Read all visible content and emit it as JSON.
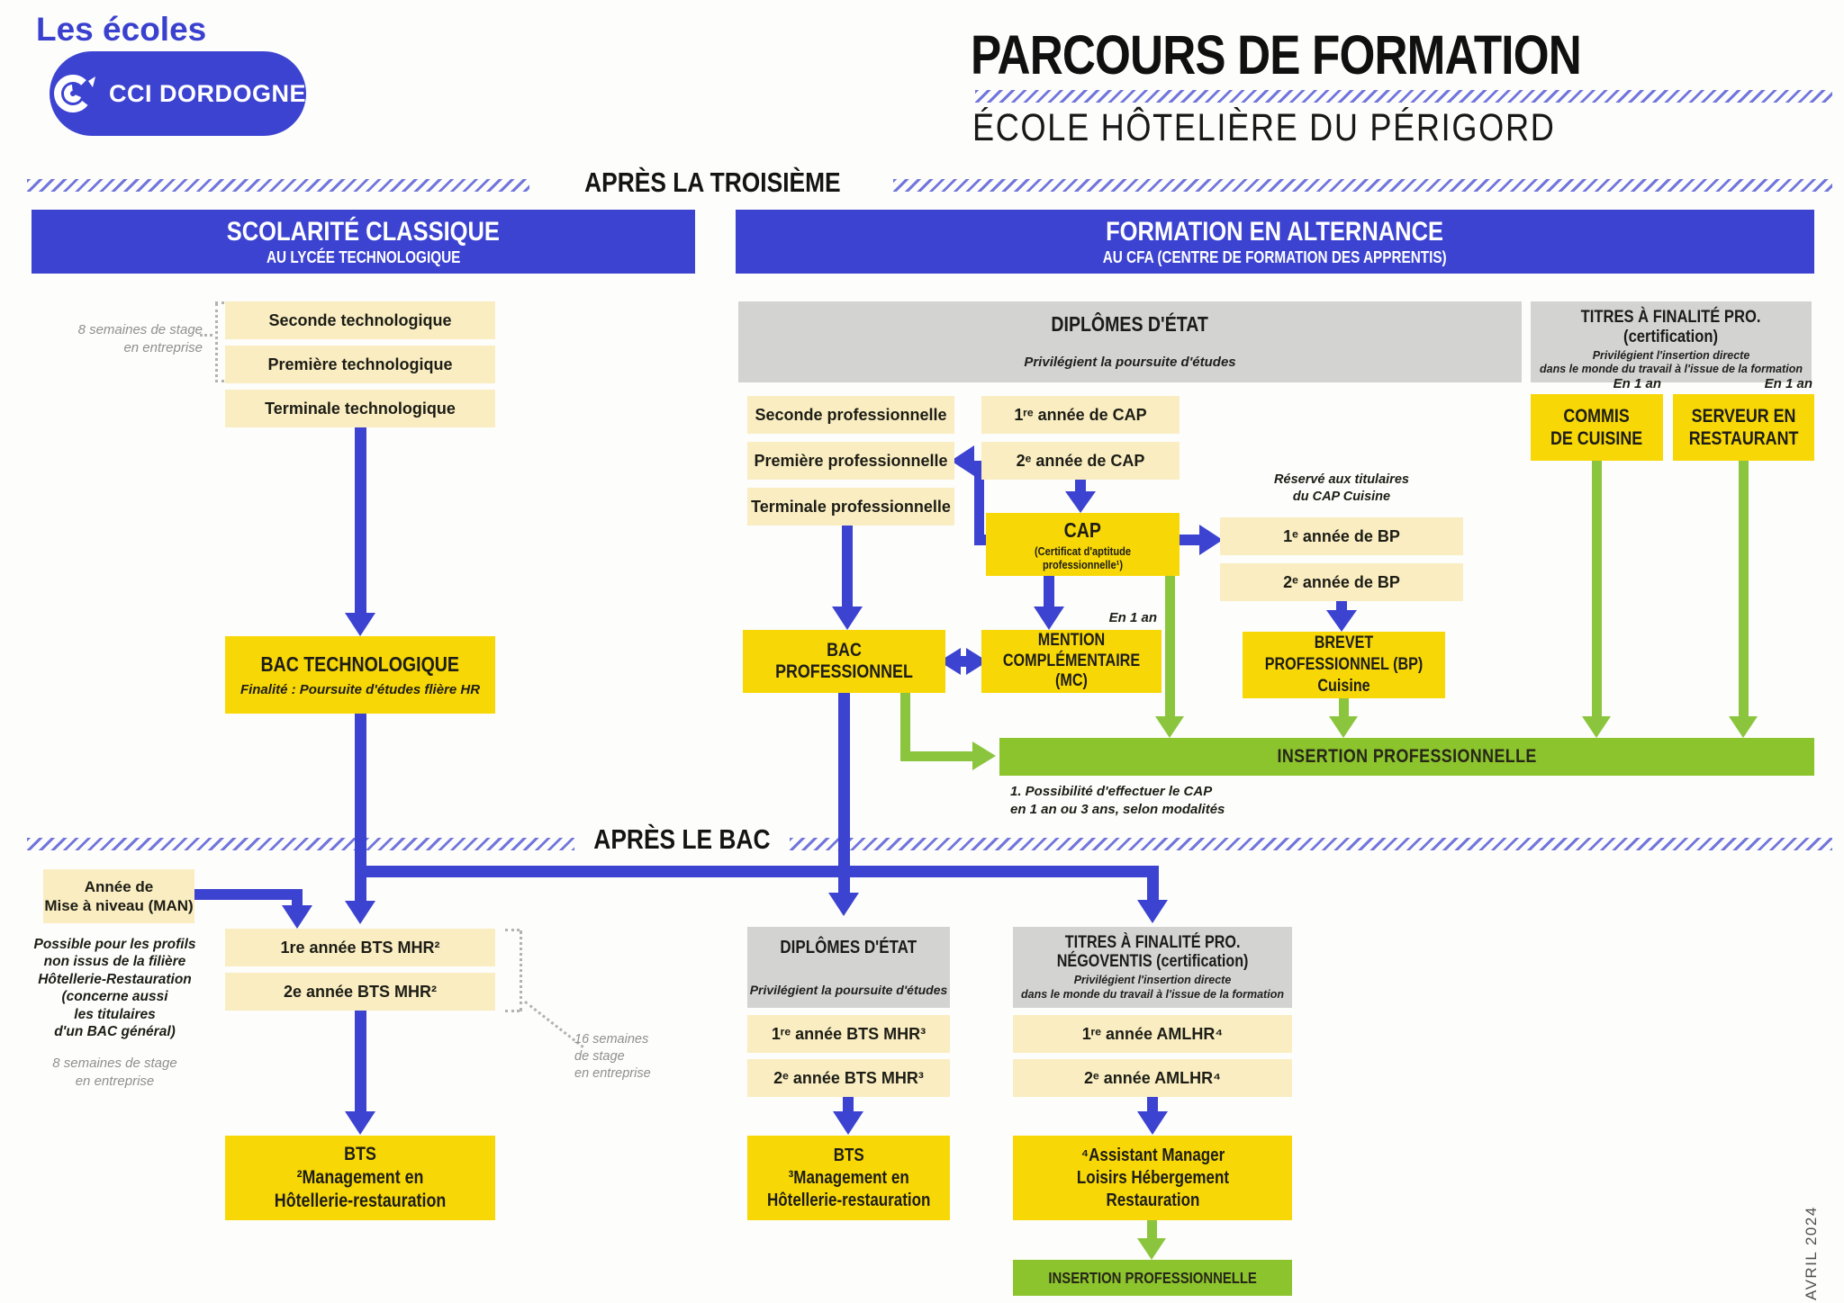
{
  "colors": {
    "blue": "#3c43d1",
    "pale_yellow": "#f9edc1",
    "yellow": "#f8d706",
    "gray": "#d3d3d2",
    "green": "#8bc53e",
    "green_bar": "#8cc42d"
  },
  "header": {
    "brand_tagline": "Les écoles",
    "brand_name": "CCI DORDOGNE",
    "title": "PARCOURS DE FORMATION",
    "subtitle": "ÉCOLE HÔTELIÈRE DU PÉRIGORD",
    "date_note": "AVRIL 2024"
  },
  "dividers": {
    "troisieme": "APRÈS LA TROISIÈME",
    "bac": "APRÈS LE BAC"
  },
  "banners": {
    "classique": {
      "title": "SCOLARITÉ CLASSIQUE",
      "subtitle": "AU LYCÉE TECHNOLOGIQUE"
    },
    "alternance": {
      "title": "FORMATION EN ALTERNANCE",
      "subtitle": "AU CFA (CENTRE DE FORMATION DES APPRENTIS)"
    }
  },
  "classique": {
    "stage_note": "8 semaines de stage\nen entreprise",
    "years": [
      "Seconde technologique",
      "Première technologique",
      "Terminale technologique"
    ],
    "bac_tech": {
      "title": "BAC TECHNOLOGIQUE",
      "note": "Finalité : Poursuite d'études flière HR"
    }
  },
  "alternance": {
    "diplomes_etat": {
      "title": "DIPLÔMES D'ÉTAT",
      "note": "Privilégient la poursuite d'études"
    },
    "titres_pro": {
      "title": "TITRES À FINALITÉ PRO.\n(certification)",
      "note": "Privilégient l'insertion directe\ndans le monde du travail à l'issue de la formation"
    },
    "pro_years": [
      "Seconde professionnelle",
      "Première professionnelle",
      "Terminale professionnelle"
    ],
    "cap_years": [
      "1ʳᵉ année de CAP",
      "2ᵉ année de CAP"
    ],
    "cap": {
      "title": "CAP",
      "note": "(Certificat d'aptitude professionnelle¹)"
    },
    "bp_note": "Réservé aux titulaires\ndu CAP Cuisine",
    "bp_years": [
      "1ᵉ année de BP",
      "2ᵉ année de BP"
    ],
    "bac_pro": "BAC PROFESSIONNEL",
    "mc": "MENTION\nCOMPLÉMENTAIRE (MC)",
    "en_1_an": "En 1 an",
    "brevet": "BREVET PROFESSIONNEL (BP)\nCuisine",
    "commis": "COMMIS\nDE CUISINE",
    "serveur": "SERVEUR EN\nRESTAURANT",
    "insertion": "INSERTION PROFESSIONNELLE",
    "footnote": "1. Possibilité d'effectuer le CAP\nen 1 an ou 3 ans, selon modalités"
  },
  "apres_bac": {
    "man": {
      "title": "Année de\nMise à niveau (MAN)",
      "note": "Possible pour les profils\nnon issus de la filière\nHôtellerie-Restauration\n(concerne aussi\nles titulaires\nd'un BAC général)",
      "stage": "8 semaines de stage\nen entreprise"
    },
    "bts2_years": [
      "1re année BTS MHR²",
      "2e année BTS MHR²"
    ],
    "stage16": "16 semaines\nde stage\nen entreprise",
    "bts2": "BTS\n²Management en\nHôtellerie-restauration",
    "diplomes_etat": {
      "title": "DIPLÔMES D'ÉTAT",
      "note": "Privilégient la poursuite d'études"
    },
    "negoventis": {
      "title": "TITRES À FINALITÉ PRO.\nNÉGOVENTIS (certification)",
      "note": "Privilégient l'insertion directe\ndans le monde du travail à l'issue de la formation"
    },
    "bts3_years": [
      "1ʳᵉ année BTS MHR³",
      "2ᵉ année BTS MHR³"
    ],
    "amlhr_years": [
      "1ʳᵉ année AMLHR⁴",
      "2ᵉ année AMLHR⁴"
    ],
    "bts3": "BTS\n³Management en\nHôtellerie-restauration",
    "assistant": "⁴Assistant Manager\nLoisirs Hébergement\nRestauration",
    "insertion": "INSERTION PROFESSIONNELLE"
  }
}
